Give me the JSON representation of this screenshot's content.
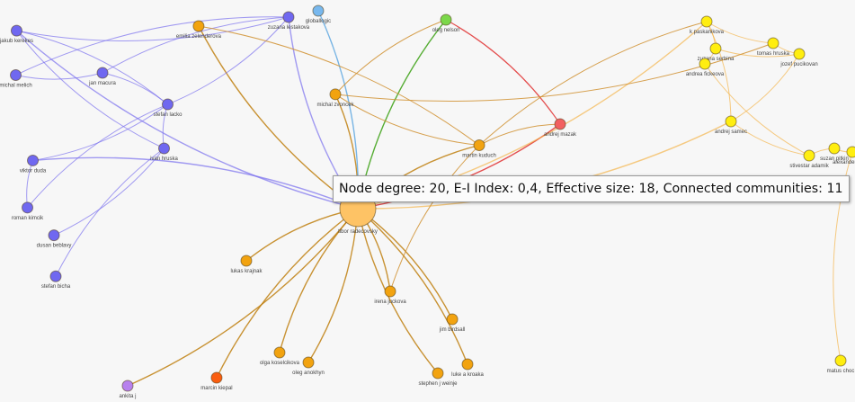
{
  "colors": {
    "blue": "#7068f0",
    "orange": "#f2a310",
    "yellow": "#ffee10",
    "green": "#7bd84a",
    "lightblue": "#78b8ee",
    "red": "#f26060",
    "darkorange": "#fa5e10",
    "purple": "#b781ee",
    "hub": "#fec365"
  },
  "nodes": [
    {
      "id": "jakubkerekes",
      "label": "jakub kerekes",
      "group": "blue",
      "nx": 0.0194,
      "ny": 0.0764
    },
    {
      "id": "michalmelich",
      "label": "michal melich",
      "group": "blue",
      "nx": 0.0184,
      "ny": 0.1868
    },
    {
      "id": "janmacura",
      "label": "jan macura",
      "group": "blue",
      "nx": 0.1199,
      "ny": 0.1813
    },
    {
      "id": "stefanlacko",
      "label": "stefan lacko",
      "group": "blue",
      "nx": 0.1961,
      "ny": 0.2596
    },
    {
      "id": "ivanhruska",
      "label": "ivan hruska",
      "group": "blue",
      "nx": 0.1919,
      "ny": 0.3691
    },
    {
      "id": "viktorduda",
      "label": "viktor duda",
      "group": "blue",
      "nx": 0.0384,
      "ny": 0.3992
    },
    {
      "id": "romankimcik",
      "label": "roman kimcik",
      "group": "blue",
      "nx": 0.0321,
      "ny": 0.5164
    },
    {
      "id": "dusanbeblavy",
      "label": "dusan beblavy",
      "group": "blue",
      "nx": 0.0631,
      "ny": 0.5853
    },
    {
      "id": "stefanbicha",
      "label": "stefan bicha",
      "group": "blue",
      "nx": 0.0652,
      "ny": 0.6873
    },
    {
      "id": "zuzanalestakova",
      "label": "zuzana lestakova",
      "group": "blue",
      "nx": 0.3375,
      "ny": 0.0425
    },
    {
      "id": "globallogic",
      "label": "globallogic",
      "group": "lightblue",
      "nx": 0.3722,
      "ny": 0.0268
    },
    {
      "id": "emilia",
      "label": "emilia zelenderova",
      "group": "orange",
      "nx": 0.2323,
      "ny": 0.0649
    },
    {
      "id": "michalzvoncek",
      "label": "michal zvoncek",
      "group": "orange",
      "nx": 0.3922,
      "ny": 0.2345
    },
    {
      "id": "oleg",
      "label": "oleg nelson",
      "group": "green",
      "nx": 0.5216,
      "ny": 0.0492
    },
    {
      "id": "andrejmazak",
      "label": "andrej mazak",
      "group": "red",
      "nx": 0.6551,
      "ny": 0.3087
    },
    {
      "id": "martin",
      "label": "martin kuduch",
      "group": "orange",
      "nx": 0.5605,
      "ny": 0.3613
    },
    {
      "id": "hub",
      "label": "tibor radecovsky",
      "group": "hub",
      "nx": 0.4185,
      "ny": 0.519
    },
    {
      "id": "lukaskrajnak",
      "label": "lukas krajnak",
      "group": "orange",
      "nx": 0.2881,
      "ny": 0.6488
    },
    {
      "id": "irena",
      "label": "irena juckova",
      "group": "orange",
      "nx": 0.4564,
      "ny": 0.7248
    },
    {
      "id": "jimbirdsall",
      "label": "jim birdsall",
      "group": "orange",
      "nx": 0.529,
      "ny": 0.7942
    },
    {
      "id": "olga",
      "label": "olga koselcikova",
      "group": "orange",
      "nx": 0.327,
      "ny": 0.877
    },
    {
      "id": "oleganokhyn",
      "label": "oleg anokhyn",
      "group": "orange",
      "nx": 0.3607,
      "ny": 0.9016
    },
    {
      "id": "lukekroaka",
      "label": "luke a kroaka",
      "group": "orange",
      "nx": 0.5468,
      "ny": 0.906
    },
    {
      "id": "stephen",
      "label": "stephen j weinje",
      "group": "orange",
      "nx": 0.5121,
      "ny": 0.9284
    },
    {
      "id": "marcin",
      "label": "marcin kiepal",
      "group": "darkorange",
      "nx": 0.2534,
      "ny": 0.9396
    },
    {
      "id": "ankita",
      "label": "ankita j",
      "group": "purple",
      "nx": 0.1493,
      "ny": 0.9597
    },
    {
      "id": "kpaskanikova",
      "label": "k paskanikova",
      "group": "yellow",
      "nx": 0.8265,
      "ny": 0.0537
    },
    {
      "id": "zuzanaserbin",
      "label": "zuzana serbina",
      "group": "yellow",
      "nx": 0.837,
      "ny": 0.1208
    },
    {
      "id": "andreafickeova",
      "label": "andrea fickeova",
      "group": "yellow",
      "nx": 0.8244,
      "ny": 0.1588
    },
    {
      "id": "tomashruska",
      "label": "tomas hruska",
      "group": "yellow",
      "nx": 0.9043,
      "ny": 0.1074
    },
    {
      "id": "jozef",
      "label": "jozef pucikovan",
      "group": "yellow",
      "nx": 0.9348,
      "ny": 0.1342
    },
    {
      "id": "andrejsamec",
      "label": "andrej samec",
      "group": "yellow",
      "nx": 0.8549,
      "ny": 0.302
    },
    {
      "id": "stivestar",
      "label": "stivestar adamik",
      "group": "yellow",
      "nx": 0.9464,
      "ny": 0.387
    },
    {
      "id": "suzanpitkin",
      "label": "suzan pitkin",
      "group": "yellow",
      "nx": 0.9758,
      "ny": 0.3691
    },
    {
      "id": "alexander",
      "label": "alexander kovac",
      "group": "yellow",
      "nx": 0.9968,
      "ny": 0.3781
    },
    {
      "id": "matuschoc",
      "label": "matus choc",
      "group": "yellow",
      "nx": 0.9832,
      "ny": 0.8971
    }
  ],
  "edges": [
    [
      "hub",
      "jakubkerekes"
    ],
    [
      "hub",
      "viktorduda"
    ],
    [
      "hub",
      "emilia"
    ],
    [
      "hub",
      "michalzvoncek"
    ],
    [
      "hub",
      "martin"
    ],
    [
      "hub",
      "andrejmazak"
    ],
    [
      "hub",
      "oleg"
    ],
    [
      "hub",
      "lukaskrajnak"
    ],
    [
      "hub",
      "irena"
    ],
    [
      "hub",
      "olga"
    ],
    [
      "hub",
      "oleganokhyn"
    ],
    [
      "hub",
      "marcin"
    ],
    [
      "hub",
      "ankita"
    ],
    [
      "hub",
      "stephen"
    ],
    [
      "hub",
      "jimbirdsall"
    ],
    [
      "hub",
      "kpaskanikova"
    ],
    [
      "hub",
      "zuzanalestakova"
    ],
    [
      "hub",
      "globallogic"
    ],
    [
      "hub",
      "lukekroaka"
    ],
    [
      "hub",
      "andrejsamec"
    ],
    [
      "jakubkerekes",
      "stefanlacko"
    ],
    [
      "michalmelich",
      "janmacura"
    ],
    [
      "janmacura",
      "stefanlacko"
    ],
    [
      "stefanlacko",
      "ivanhruska"
    ],
    [
      "stefanlacko",
      "viktorduda"
    ],
    [
      "stefanlacko",
      "romankimcik"
    ],
    [
      "ivanhruska",
      "dusanbeblavy"
    ],
    [
      "ivanhruska",
      "stefanbicha"
    ],
    [
      "zuzanalestakova",
      "stefanlacko"
    ],
    [
      "zuzanalestakova",
      "janmacura"
    ],
    [
      "zuzanalestakova",
      "jakubkerekes"
    ],
    [
      "viktorduda",
      "romankimcik"
    ],
    [
      "michalmelich",
      "zuzanalestakova"
    ],
    [
      "jakubkerekes",
      "ivanhruska"
    ],
    [
      "michalzvoncek",
      "oleg"
    ],
    [
      "michalzvoncek",
      "martin"
    ],
    [
      "martin",
      "andrejmazak"
    ],
    [
      "martin",
      "emilia"
    ],
    [
      "irena",
      "martin"
    ],
    [
      "andrejmazak",
      "oleg"
    ],
    [
      "kpaskanikova",
      "zuzanaserbin"
    ],
    [
      "kpaskanikova",
      "tomashruska"
    ],
    [
      "zuzanaserbin",
      "andreafickeova"
    ],
    [
      "tomashruska",
      "jozef"
    ],
    [
      "jozef",
      "andrejsamec"
    ],
    [
      "andrejsamec",
      "stivestar"
    ],
    [
      "stivestar",
      "suzanpitkin"
    ],
    [
      "suzanpitkin",
      "alexander"
    ],
    [
      "kpaskanikova",
      "andrejsamec"
    ],
    [
      "andreafickeova",
      "stivestar"
    ],
    [
      "matuschoc",
      "alexander"
    ],
    [
      "zuzanaserbin",
      "jozef"
    ],
    [
      "martin",
      "kpaskanikova"
    ],
    [
      "michalzvoncek",
      "tomashruska"
    ]
  ],
  "tooltip": {
    "text": "Node degree: 20, E-I Index: 0,4, Effective size: 18, Connected communities: 11"
  }
}
